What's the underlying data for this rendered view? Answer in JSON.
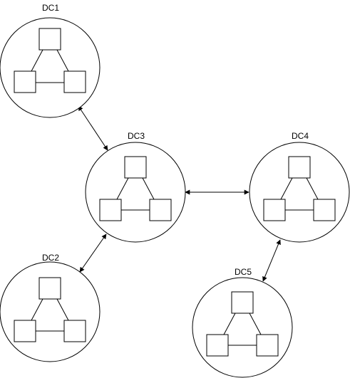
{
  "diagram": {
    "nodes": [
      {
        "id": "dc1",
        "label": "DC1"
      },
      {
        "id": "dc2",
        "label": "DC2"
      },
      {
        "id": "dc3",
        "label": "DC3"
      },
      {
        "id": "dc4",
        "label": "DC4"
      },
      {
        "id": "dc5",
        "label": "DC5"
      }
    ],
    "edges": [
      {
        "from": "dc1",
        "to": "dc3",
        "direction": "both"
      },
      {
        "from": "dc2",
        "to": "dc3",
        "direction": "both"
      },
      {
        "from": "dc3",
        "to": "dc4",
        "direction": "both"
      },
      {
        "from": "dc4",
        "to": "dc5",
        "direction": "both"
      }
    ],
    "colors": {
      "stroke": "#000000",
      "fill": "#ffffff",
      "background": "#ffffff"
    }
  }
}
